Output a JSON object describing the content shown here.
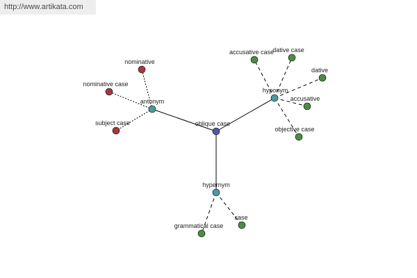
{
  "site": {
    "url": "http://www.artikata.com"
  },
  "colors": {
    "center": "#4d5aa6",
    "relation": "#4a9aa0",
    "green": "#4f8a46",
    "red": "#a23a3e"
  },
  "graph": {
    "center": {
      "label": "oblique case"
    },
    "relations": {
      "antonym": {
        "label": "antonym"
      },
      "hyponym": {
        "label": "hyponym"
      },
      "hypernym": {
        "label": "hypernym"
      }
    },
    "leaves": {
      "nominative": {
        "label": "nominative"
      },
      "nominative_case": {
        "label": "nominative case"
      },
      "subject_case": {
        "label": "subject case"
      },
      "accusative_case": {
        "label": "accusative case"
      },
      "dative_case": {
        "label": "dative case"
      },
      "dative": {
        "label": "dative"
      },
      "accusative": {
        "label": "accusative"
      },
      "objective_case": {
        "label": "objective case"
      },
      "grammatical_case": {
        "label": "grammatical case"
      },
      "case": {
        "label": "case"
      }
    }
  }
}
